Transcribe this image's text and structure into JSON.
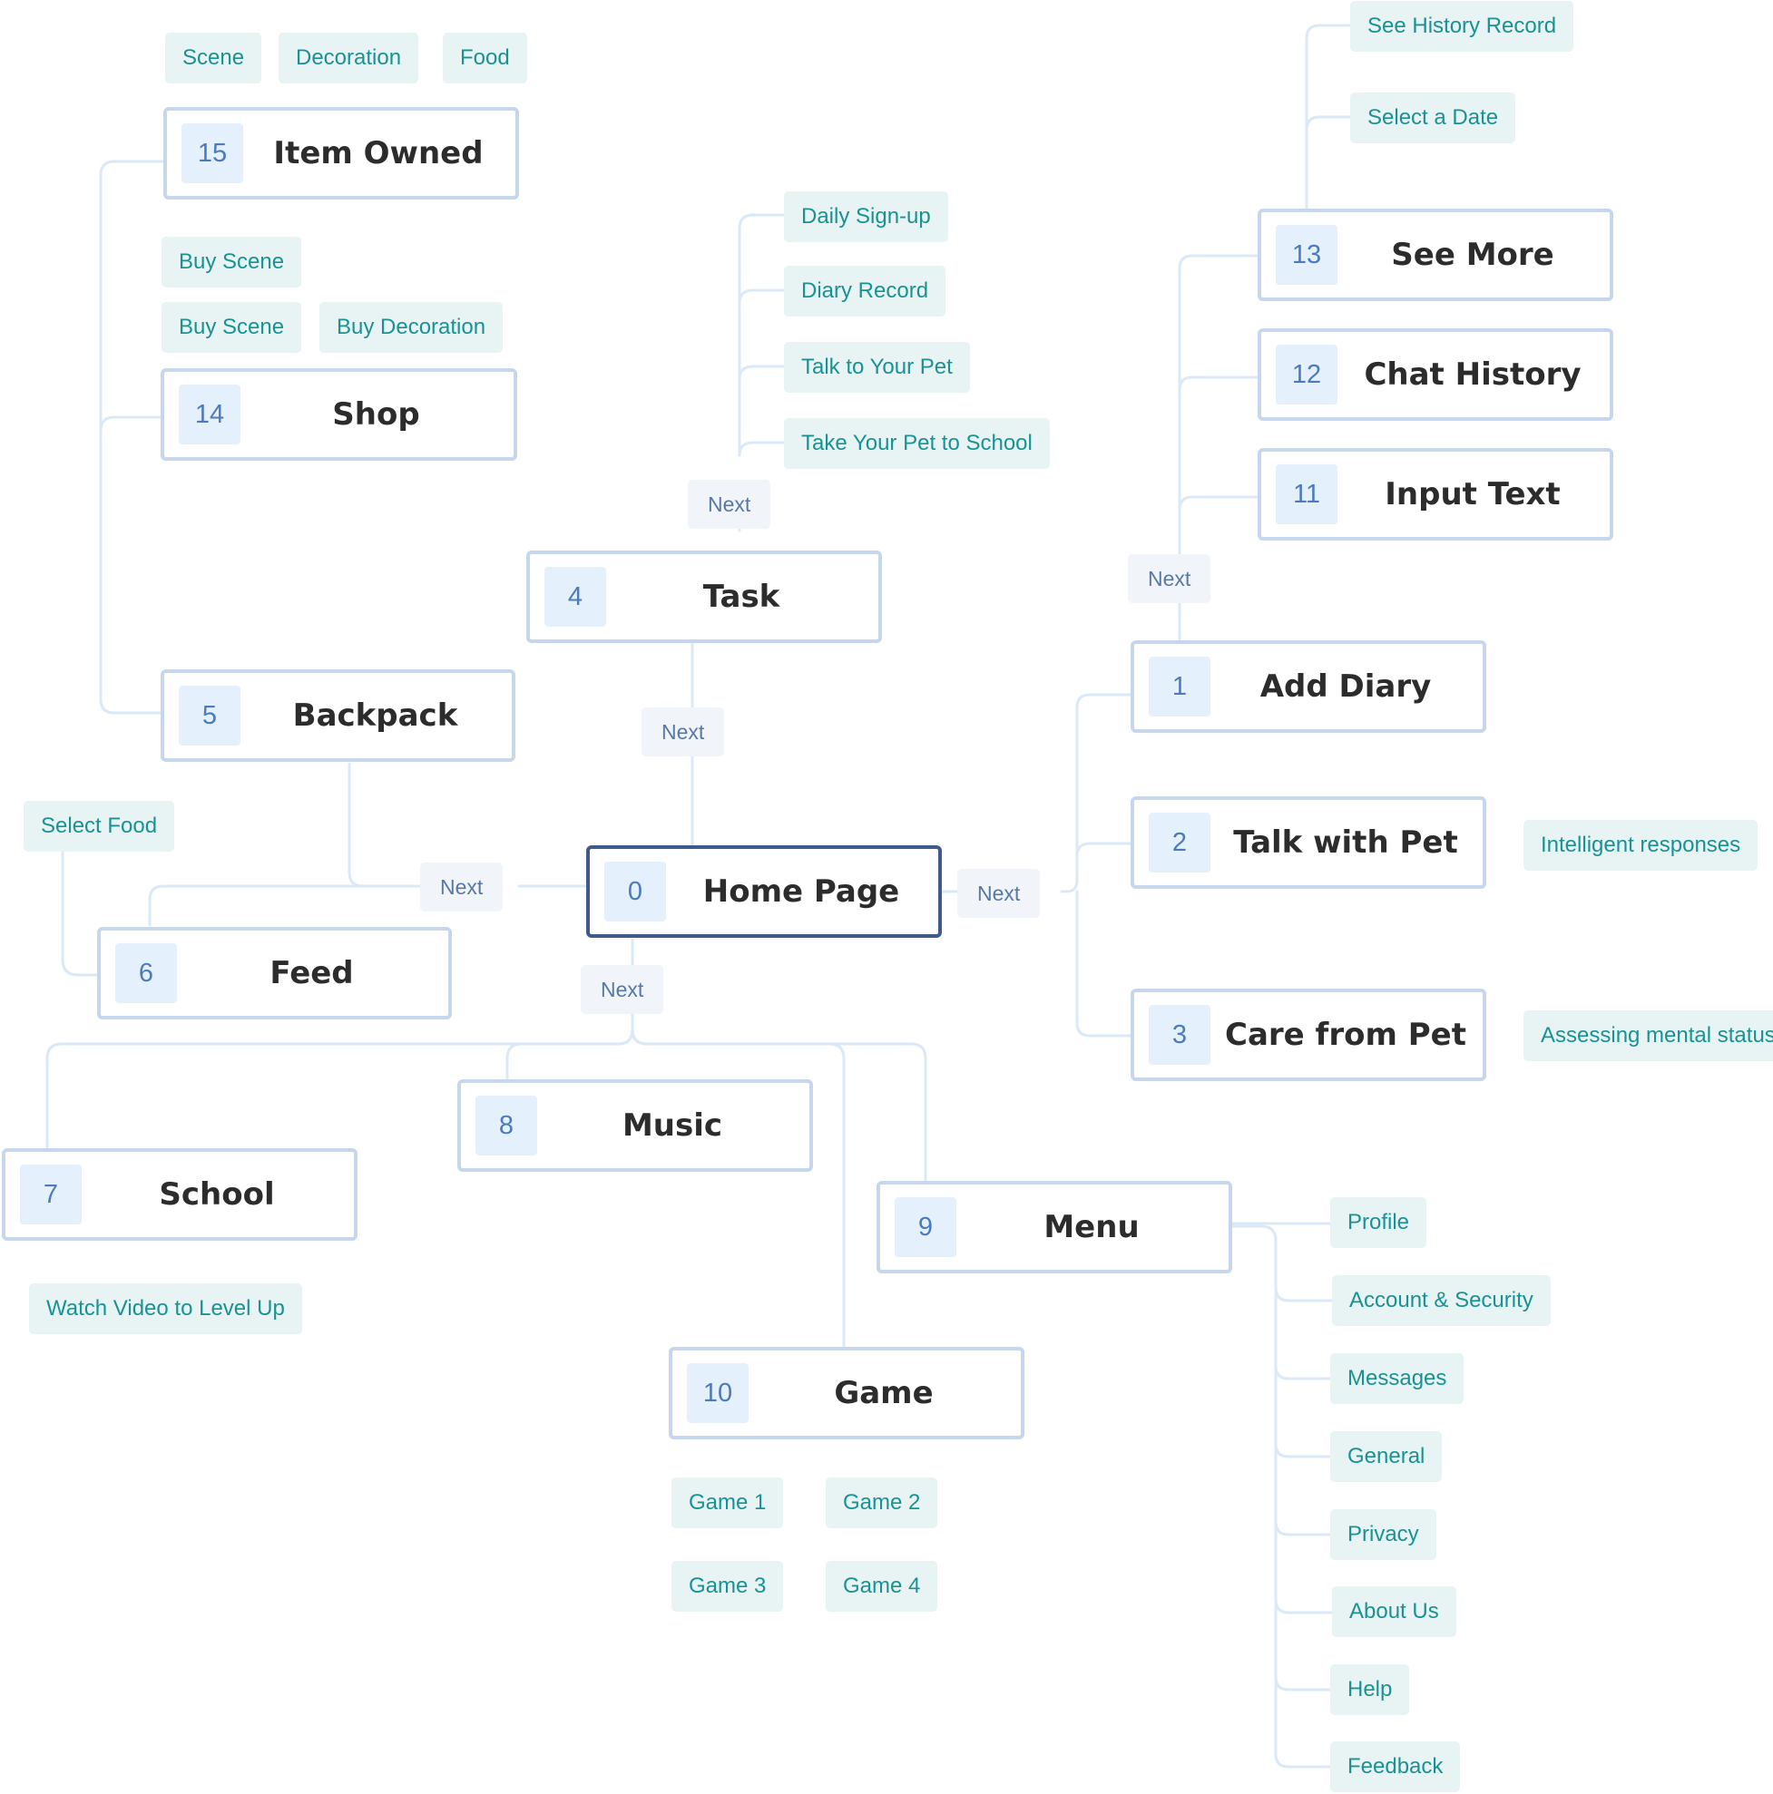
{
  "nodes": {
    "home": {
      "num": "0",
      "title": "Home Page"
    },
    "add_diary": {
      "num": "1",
      "title": "Add Diary"
    },
    "talk_with_pet": {
      "num": "2",
      "title": "Talk with Pet"
    },
    "care_from_pet": {
      "num": "3",
      "title": "Care from Pet"
    },
    "task": {
      "num": "4",
      "title": "Task"
    },
    "backpack": {
      "num": "5",
      "title": "Backpack"
    },
    "feed": {
      "num": "6",
      "title": "Feed"
    },
    "school": {
      "num": "7",
      "title": "School"
    },
    "music": {
      "num": "8",
      "title": "Music"
    },
    "menu": {
      "num": "9",
      "title": "Menu"
    },
    "game": {
      "num": "10",
      "title": "Game"
    },
    "input_text": {
      "num": "11",
      "title": "Input Text"
    },
    "chat_history": {
      "num": "12",
      "title": "Chat History"
    },
    "see_more": {
      "num": "13",
      "title": "See More"
    },
    "shop": {
      "num": "14",
      "title": "Shop"
    },
    "item_owned": {
      "num": "15",
      "title": "Item Owned"
    }
  },
  "edge_label": "Next",
  "tags": {
    "item_owned": [
      "Scene",
      "Decoration",
      "Food"
    ],
    "shop": [
      "Buy Scene",
      "Buy Scene",
      "Buy Decoration"
    ],
    "task": [
      "Daily Sign-up",
      "Diary Record",
      "Talk to Your Pet",
      "Take Your Pet to School"
    ],
    "see_more": [
      "See History Record",
      "Select a Date"
    ],
    "talk_with_pet": "Intelligent responses",
    "care_from_pet": "Assessing mental status",
    "feed": "Select Food",
    "school": "Watch Video to Level Up",
    "game": [
      "Game 1",
      "Game 2",
      "Game 3",
      "Game 4"
    ],
    "menu": [
      "Profile",
      "Account & Security",
      "Messages",
      "General",
      "Privacy",
      "About Us",
      "Help",
      "Feedback"
    ]
  }
}
